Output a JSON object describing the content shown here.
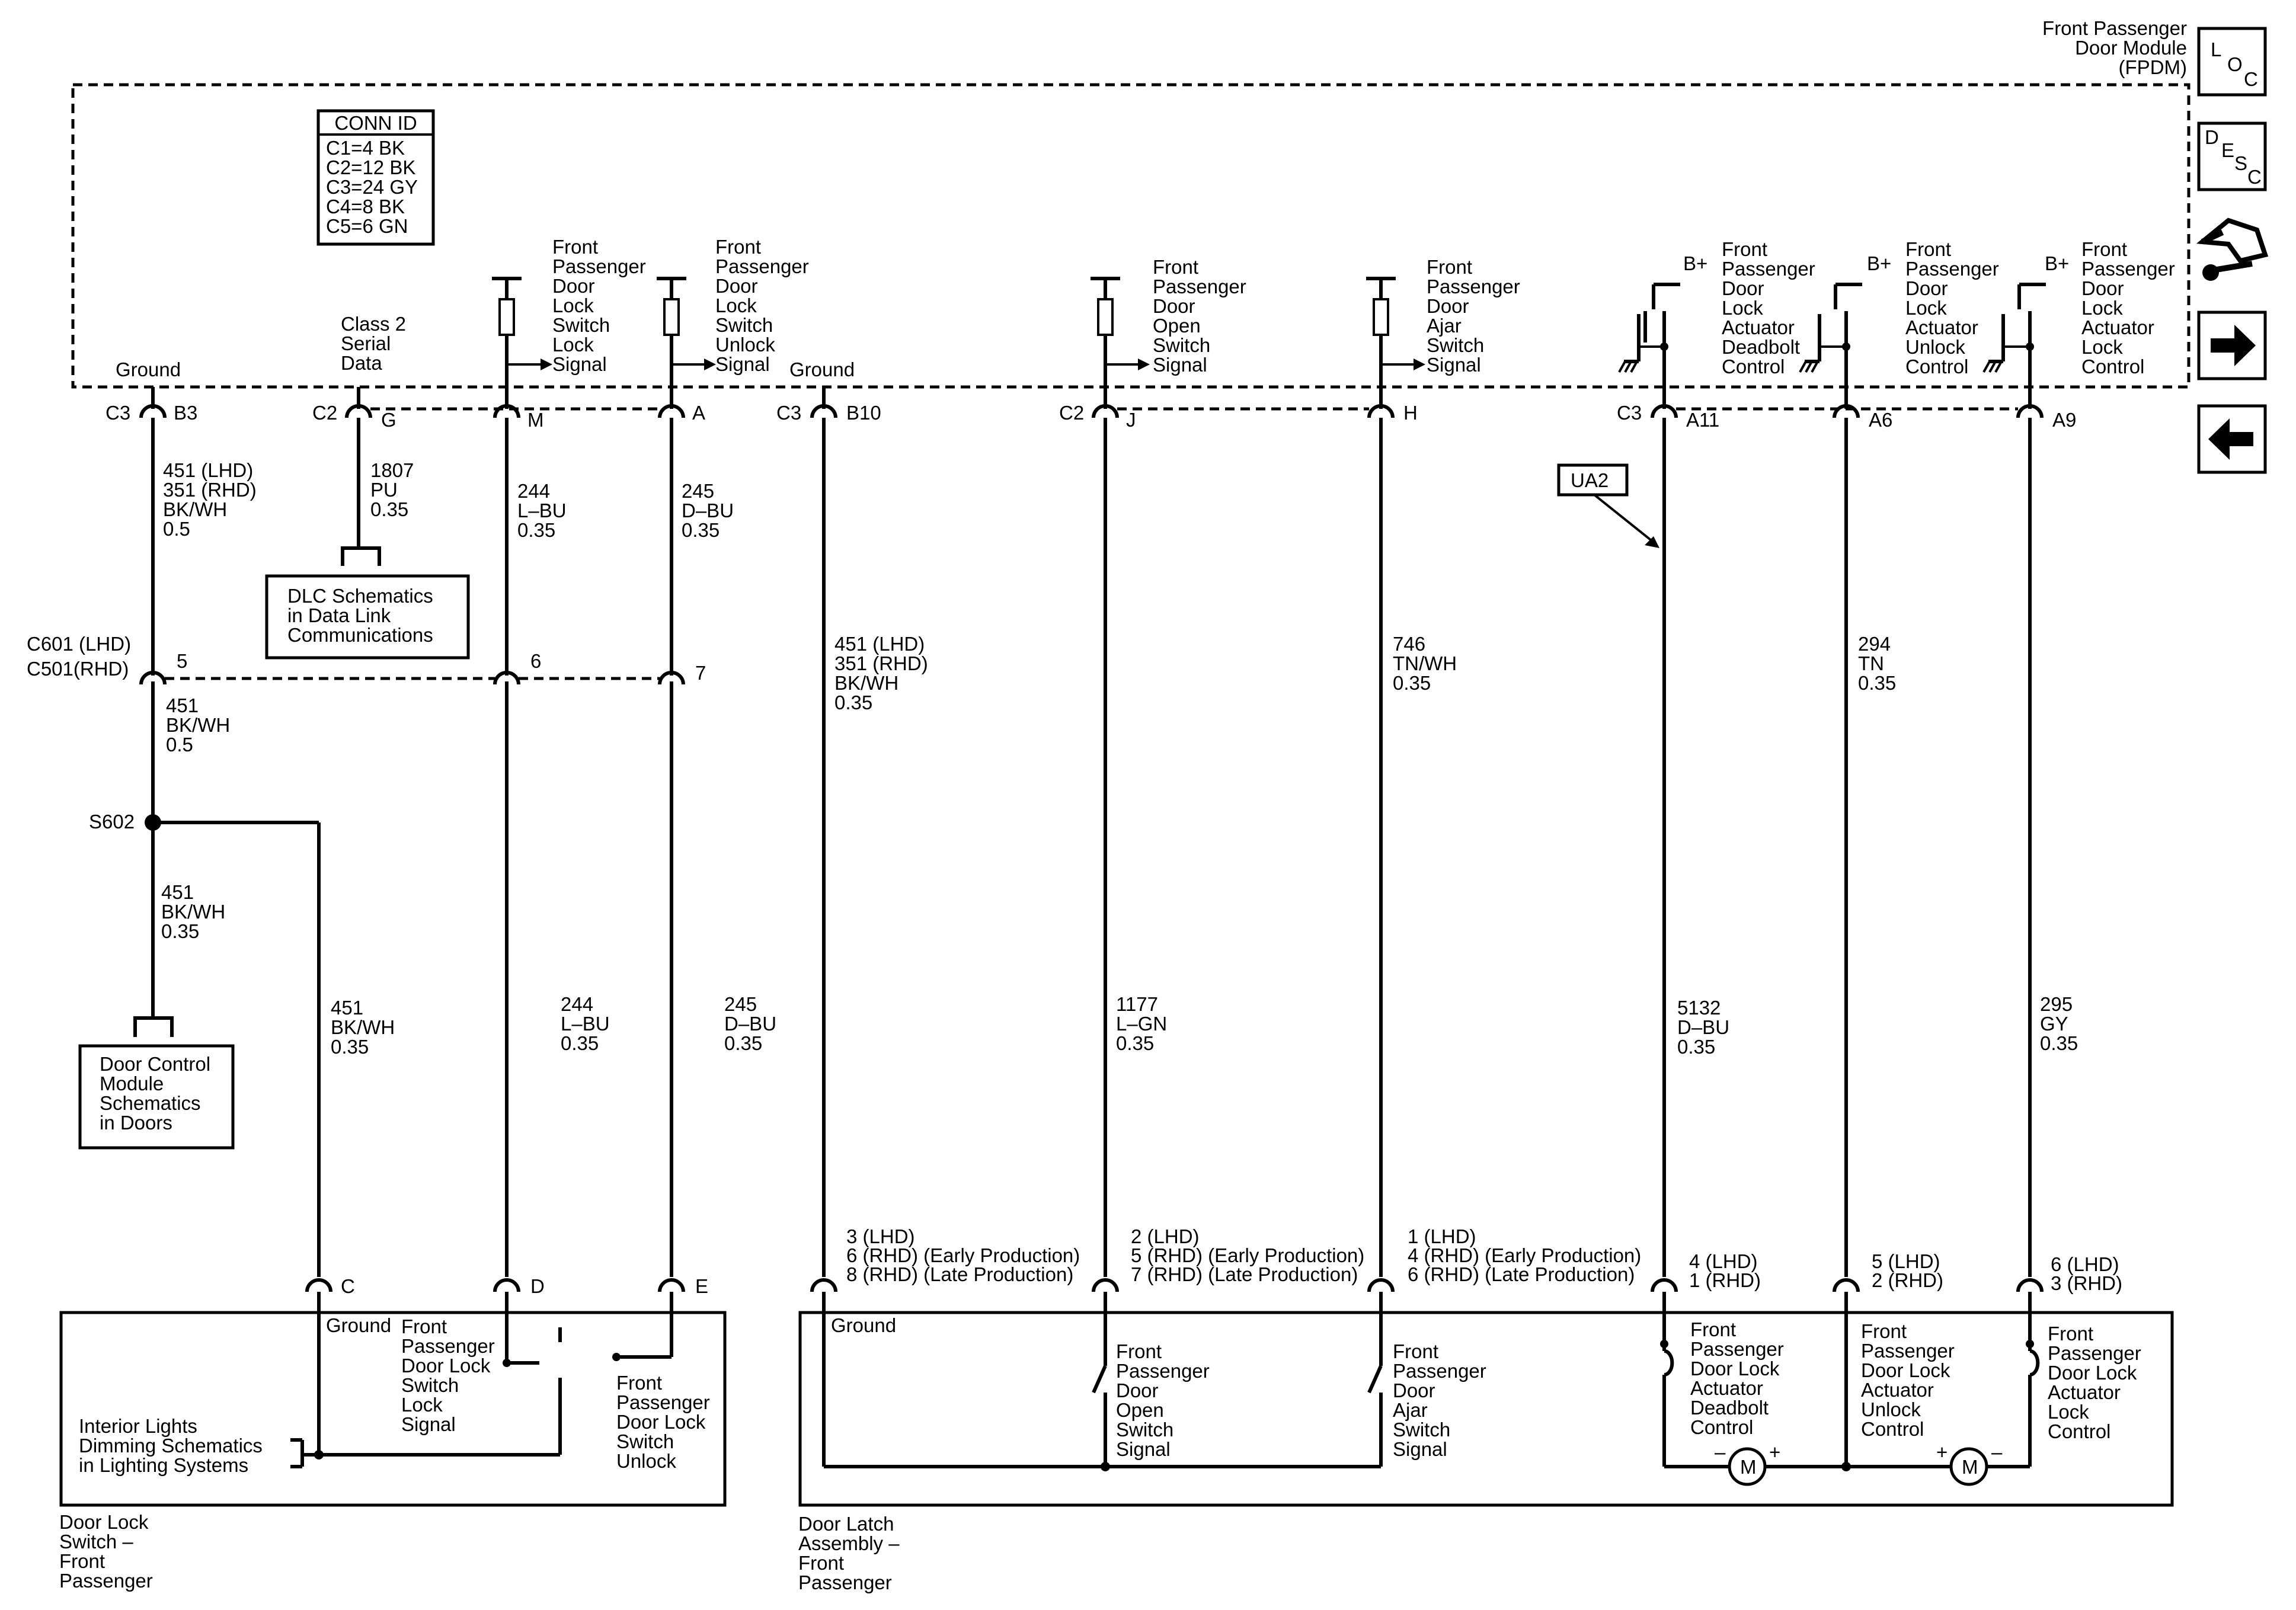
{
  "module": {
    "title": [
      "Front Passenger",
      "Door Module",
      "(FPDM)"
    ]
  },
  "conn_id": {
    "title": "CONN ID",
    "rows": [
      "C1=4 BK",
      "C2=12 BK",
      "C3=24 GY",
      "C4=8 BK",
      "C5=6 GN"
    ]
  },
  "nav": {
    "loc": [
      "L",
      "O",
      "C"
    ],
    "desc": [
      "D",
      "E",
      "S",
      "C"
    ],
    "icons": [
      "vehicle-tools-icon",
      "arrow-right-icon",
      "arrow-left-icon"
    ]
  },
  "inside": {
    "ground1": "Ground",
    "class2": [
      "Class 2",
      "Serial",
      "Data"
    ],
    "lock_sig": [
      "Front",
      "Passenger",
      "Door",
      "Lock",
      "Switch",
      "Lock",
      "Signal"
    ],
    "unlock_sig": [
      "Front",
      "Passenger",
      "Door",
      "Lock",
      "Switch",
      "Unlock",
      "Signal"
    ],
    "ground2": "Ground",
    "open_sig": [
      "Front",
      "Passenger",
      "Door",
      "Open",
      "Switch",
      "Signal"
    ],
    "ajar_sig": [
      "Front",
      "Passenger",
      "Door",
      "Ajar",
      "Switch",
      "Signal"
    ],
    "deadbolt": [
      "Front",
      "Passenger",
      "Door",
      "Lock",
      "Actuator",
      "Deadbolt",
      "Control"
    ],
    "unlock_ctl": [
      "Front",
      "Passenger",
      "Door",
      "Lock",
      "Actuator",
      "Unlock",
      "Control"
    ],
    "lock_ctl": [
      "Front",
      "Passenger",
      "Door",
      "Lock",
      "Actuator",
      "Lock",
      "Control"
    ],
    "bplus": "B+"
  },
  "pins": {
    "c3": "C3",
    "b3": "B3",
    "c2": "C2",
    "g": "G",
    "m": "M",
    "a": "A",
    "c3b": "C3",
    "b10": "B10",
    "c2b": "C2",
    "j": "J",
    "h": "H",
    "c3c": "C3",
    "a11": "A11",
    "a6": "A6",
    "a9": "A9"
  },
  "wires": {
    "w451top": [
      "451 (LHD)",
      "351 (RHD)",
      "BK/WH",
      "0.5"
    ],
    "w1807": [
      "1807",
      "PU",
      "0.35"
    ],
    "w244top": [
      "244",
      "L–BU",
      "0.35"
    ],
    "w245top": [
      "245",
      "D–BU",
      "0.35"
    ],
    "w451b10": [
      "451 (LHD)",
      "351 (RHD)",
      "BK/WH",
      "0.35"
    ],
    "w746": [
      "746",
      "TN/WH",
      "0.35"
    ],
    "w294": [
      "294",
      "TN",
      "0.35"
    ],
    "w451mid": [
      "451",
      "BK/WH",
      "0.5"
    ],
    "w451s602": [
      "451",
      "BK/WH",
      "0.35"
    ],
    "w451right": [
      "451",
      "BK/WH",
      "0.35"
    ],
    "w244bot": [
      "244",
      "L–BU",
      "0.35"
    ],
    "w245bot": [
      "245",
      "D–BU",
      "0.35"
    ],
    "w1177": [
      "1177",
      "L–GN",
      "0.35"
    ],
    "w5132": [
      "5132",
      "D–BU",
      "0.35"
    ],
    "w295": [
      "295",
      "GY",
      "0.35"
    ]
  },
  "inline": {
    "c601": "C601 (LHD)",
    "c501": "C501(RHD)",
    "p5": "5",
    "p6": "6",
    "p7": "7",
    "splice": "S602",
    "ua2": "UA2"
  },
  "refs": {
    "dlc": [
      "DLC Schematics",
      "in Data Link",
      "Communications"
    ],
    "dcm": [
      "Door Control",
      "Module",
      "Schematics",
      "in Doors"
    ],
    "interior": [
      "Interior Lights",
      "Dimming Schematics",
      "in Lighting Systems"
    ]
  },
  "switch_component": {
    "name": [
      "Door Lock",
      "Switch –",
      "Front",
      "Passenger"
    ],
    "pin_c": "C",
    "pin_d": "D",
    "pin_e": "E",
    "ground": "Ground",
    "lock": [
      "Front",
      "Passenger",
      "Door Lock",
      "Switch",
      "Lock",
      "Signal"
    ],
    "unlock": [
      "Front",
      "Passenger",
      "Door Lock",
      "Switch",
      "Unlock"
    ]
  },
  "latch_component": {
    "name": [
      "Door Latch",
      "Assembly –",
      "Front",
      "Passenger"
    ],
    "ground": "Ground",
    "pin1": [
      "3 (LHD)",
      "6 (RHD)  (Early Production)",
      "8 (RHD)  (Late Production)"
    ],
    "pin2": [
      "2 (LHD)",
      "5 (RHD)  (Early Production)",
      "7 (RHD)  (Late Production)"
    ],
    "pin3": [
      "1 (LHD)",
      "4 (RHD)  (Early Production)",
      "6 (RHD)  (Late Production)"
    ],
    "pin4": [
      "4 (LHD)",
      "1 (RHD)"
    ],
    "pin5": [
      "5 (LHD)",
      "2 (RHD)"
    ],
    "pin6": [
      "6 (LHD)",
      "3 (RHD)"
    ],
    "open": [
      "Front",
      "Passenger",
      "Door",
      "Open",
      "Switch",
      "Signal"
    ],
    "ajar": [
      "Front",
      "Passenger",
      "Door",
      "Ajar",
      "Switch",
      "Signal"
    ],
    "deadbolt": [
      "Front",
      "Passenger",
      "Door Lock",
      "Actuator",
      "Deadbolt",
      "Control"
    ],
    "unlock": [
      "Front",
      "Passenger",
      "Door Lock",
      "Actuator",
      "Unlock",
      "Control"
    ],
    "lock": [
      "Front",
      "Passenger",
      "Door Lock",
      "Actuator",
      "Lock",
      "Control"
    ],
    "motor": "M",
    "minus": "–",
    "plus": "+"
  }
}
